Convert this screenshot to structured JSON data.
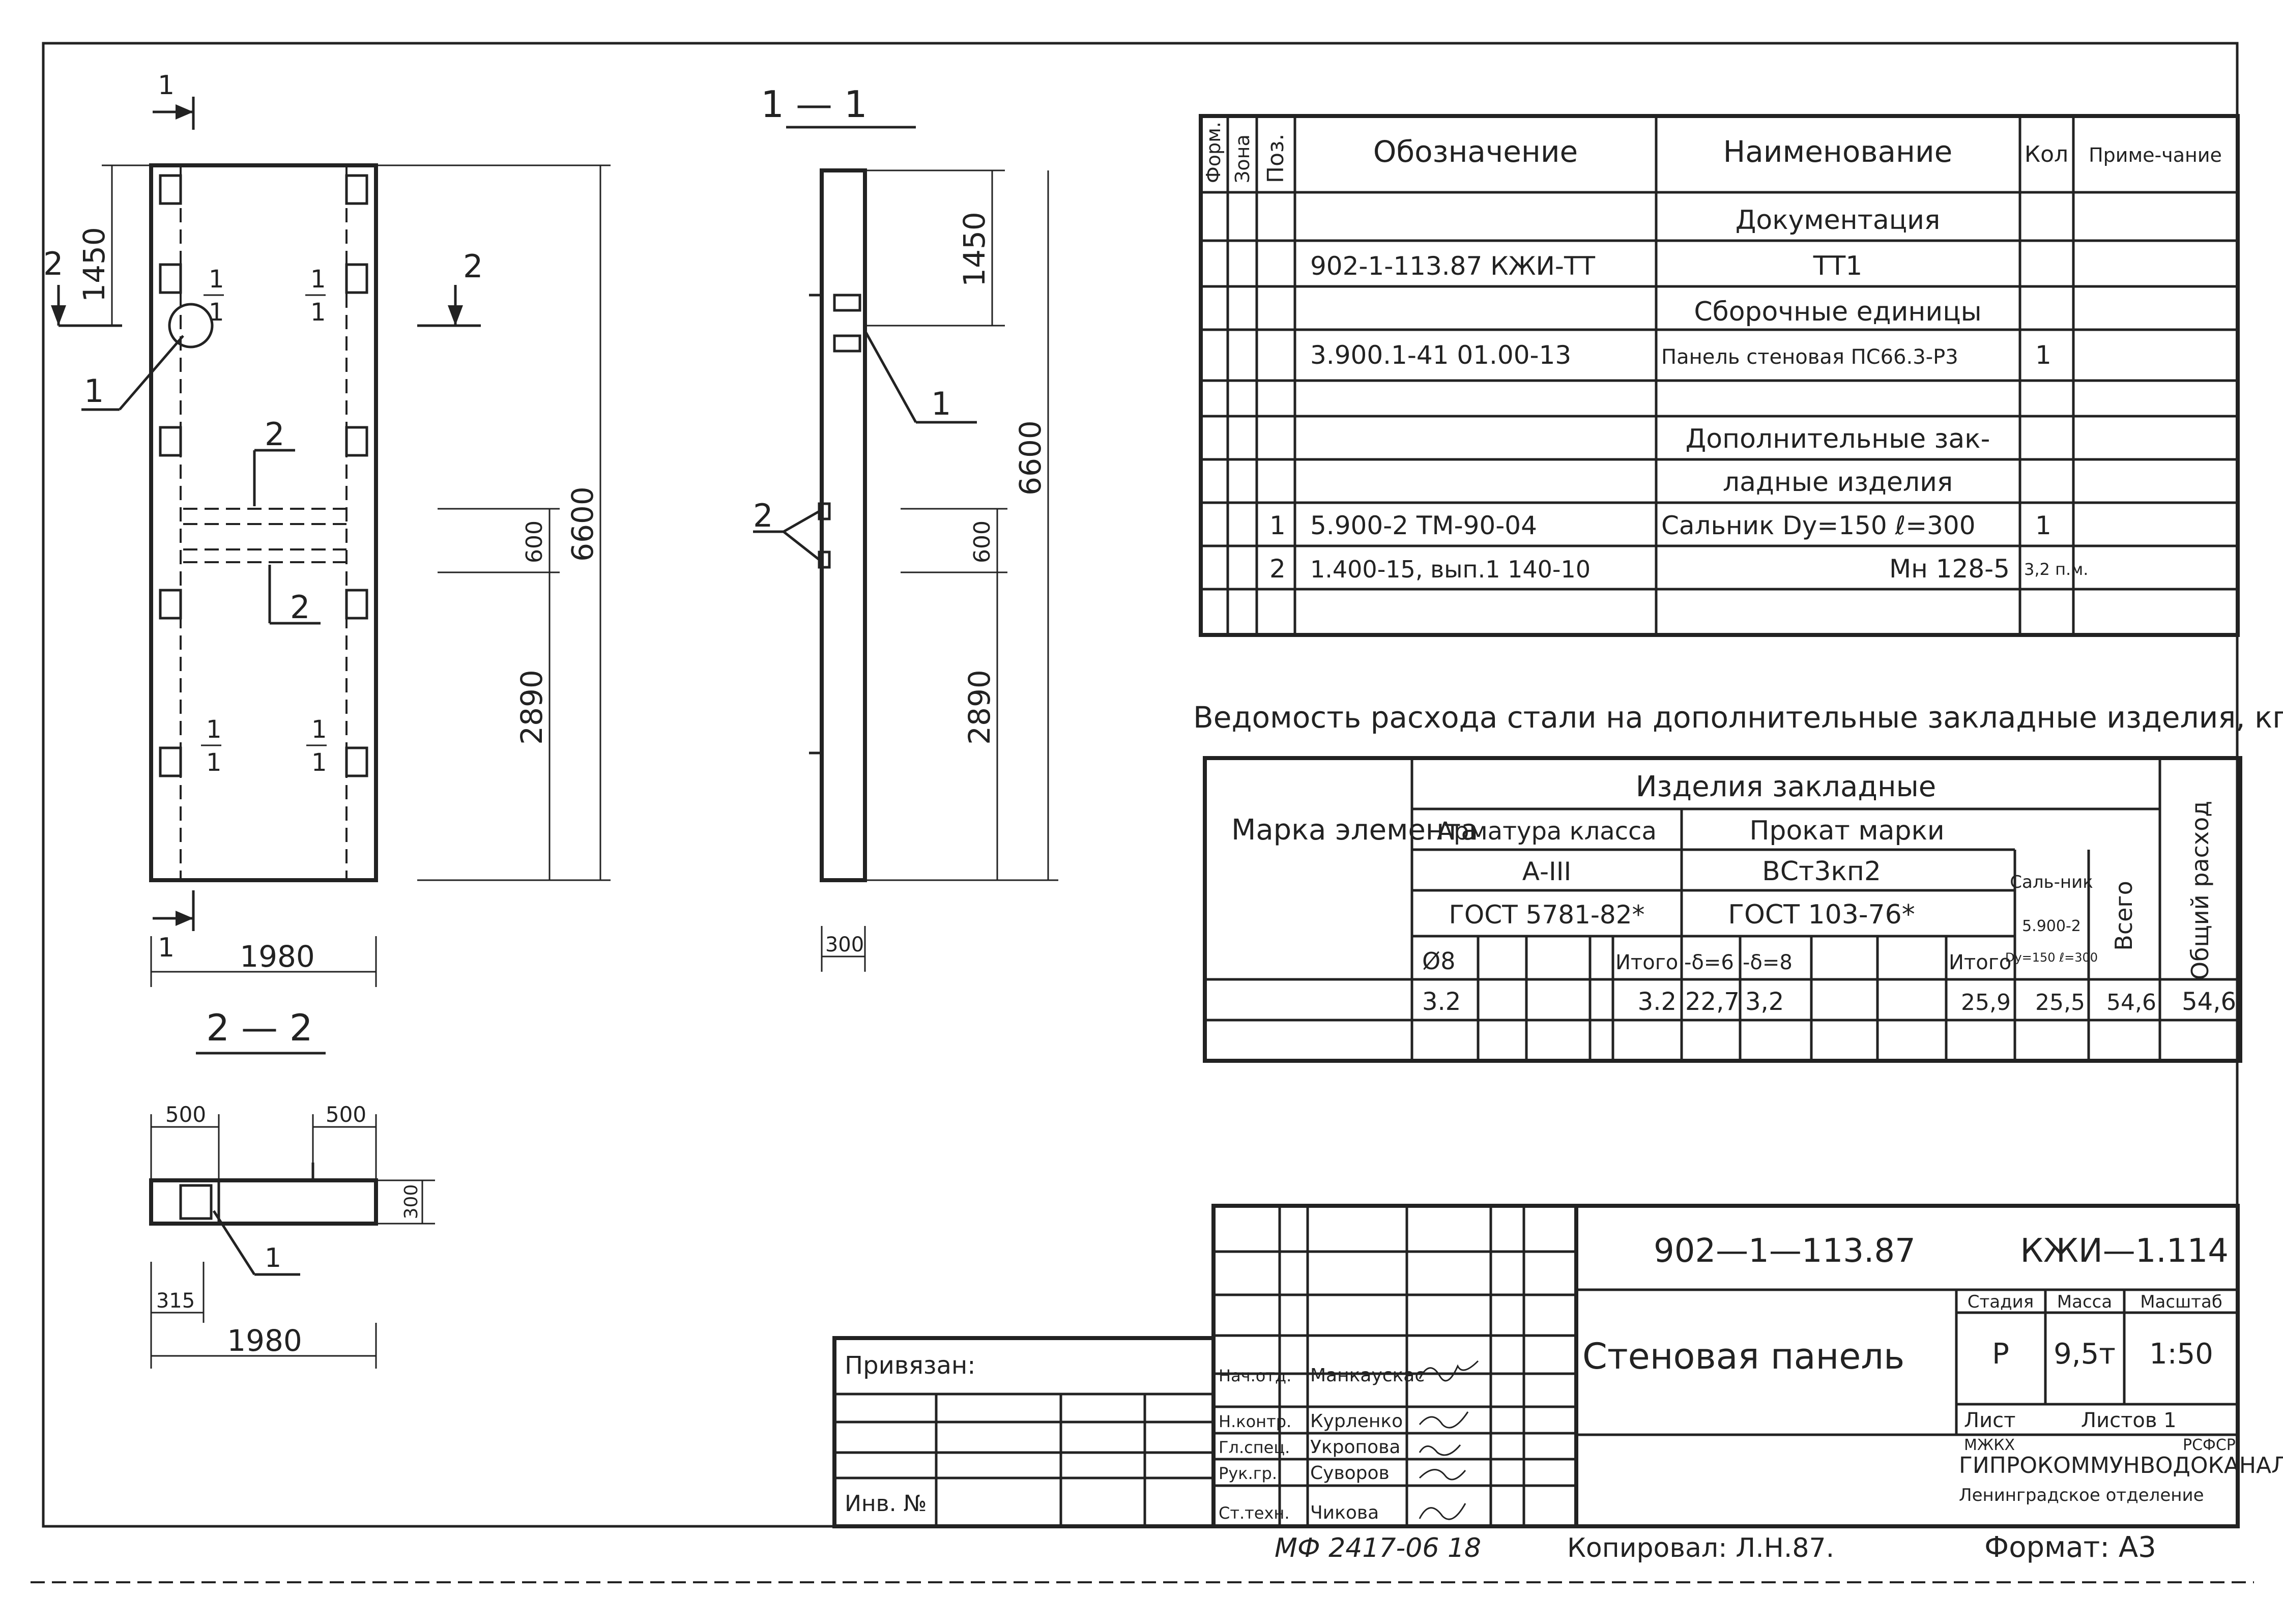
{
  "drawing": {
    "section_11": "1 — 1",
    "section_22": "2 — 2",
    "labels": {
      "s1": "1",
      "s2": "2",
      "p1": "1",
      "p2": "2",
      "cut": "1"
    },
    "dims": {
      "d1450": "1450",
      "d6600": "6600",
      "d600": "600",
      "d2890": "2890",
      "d1980": "1980",
      "d300": "300",
      "d500": "500",
      "d315": "315"
    }
  },
  "spec": {
    "headers": {
      "form": "Форм.",
      "zone": "Зона",
      "pos": "Поз.",
      "designation": "Обозначение",
      "name": "Наименование",
      "qty": "Кол",
      "note": "Приме-чание"
    },
    "rows": [
      {
        "pos": "",
        "designation": "",
        "name": "Документация",
        "qty": "",
        "note": ""
      },
      {
        "pos": "",
        "designation": "902-1-113.87    КЖИ-ТТ",
        "name": "ТТ1",
        "qty": "",
        "note": ""
      },
      {
        "pos": "",
        "designation": "",
        "name": "Сборочные единицы",
        "qty": "",
        "note": ""
      },
      {
        "pos": "",
        "designation": "3.900.1-41    01.00-13",
        "name": "Панель стеновая ПС66.3-Р3",
        "qty": "1",
        "note": ""
      },
      {
        "pos": "",
        "designation": "",
        "name": "",
        "qty": "",
        "note": ""
      },
      {
        "pos": "",
        "designation": "",
        "name": "Дополнительные зак-",
        "qty": "",
        "note": ""
      },
      {
        "pos": "",
        "designation": "",
        "name": "ладные изделия",
        "qty": "",
        "note": ""
      },
      {
        "pos": "1",
        "designation": "5.900-2  ТМ-90-04",
        "name": "Сальник Dy=150  ℓ=300",
        "qty": "1",
        "note": ""
      },
      {
        "pos": "2",
        "designation": "1.400-15, вып.1 140-10",
        "name": "Мн 128-5",
        "qty": "3,2 п.м.",
        "note": ""
      }
    ]
  },
  "steel": {
    "title": "Ведомость расхода стали на дополнительные закладные изделия, кг",
    "mark": "Марка элемента",
    "embedded": "Изделия закладные",
    "rebar": "Арматура класса",
    "rebar_class": "А-III",
    "rebar_gost": "ГОСТ 5781-82*",
    "rolled": "Прокат марки",
    "rolled_grade": "ВСт3кп2",
    "rolled_gost": "ГОСТ 103-76*",
    "gland": "Саль-ник",
    "gland_ref": "5.900-2",
    "gland_spec": "Dy=150 ℓ=300",
    "total": "Всего",
    "overall": "Общий расход",
    "sub": {
      "phi8": "Ø8",
      "itogo1": "Итого",
      "d6": "-δ=6",
      "d8": "-δ=8",
      "itogo2": "Итого"
    },
    "values": {
      "phi8": "3.2",
      "itogo1": "3.2",
      "d6": "22,7",
      "d8": "3,2",
      "itogo2": "25,9",
      "gland": "25,5",
      "total": "54,6",
      "overall": "54,6"
    }
  },
  "stamp": {
    "code": "902—1—113.87",
    "sheet_code": "КЖИ—1.114",
    "title": "Стеновая панель",
    "stage_h": "Стадия",
    "mass_h": "Масса",
    "scale_h": "Масштаб",
    "stage": "Р",
    "mass": "9,5т",
    "scale": "1:50",
    "sheet": "Лист",
    "sheets": "Листов 1",
    "org1": "МЖКХ",
    "org2": "РСФСР",
    "org3": "ГИПРОКОММУНВОДОКАНАЛ",
    "org4": "Ленинградское отделение",
    "privyazan": "Привязан:",
    "inv": "Инв. №",
    "roles": [
      {
        "role": "Нач.отд.",
        "name": "Манкаускас"
      },
      {
        "role": "Н.контр.",
        "name": "Курленко"
      },
      {
        "role": "Гл.спец.",
        "name": "Укропова"
      },
      {
        "role": "Рук.гр.",
        "name": "Суворов"
      },
      {
        "role": "Ст.техн.",
        "name": "Чикова"
      }
    ]
  },
  "footer": {
    "archive": "МФ 2417-06   18",
    "copied": "Копировал: Л.Н.87.",
    "format": "Формат: А3"
  }
}
